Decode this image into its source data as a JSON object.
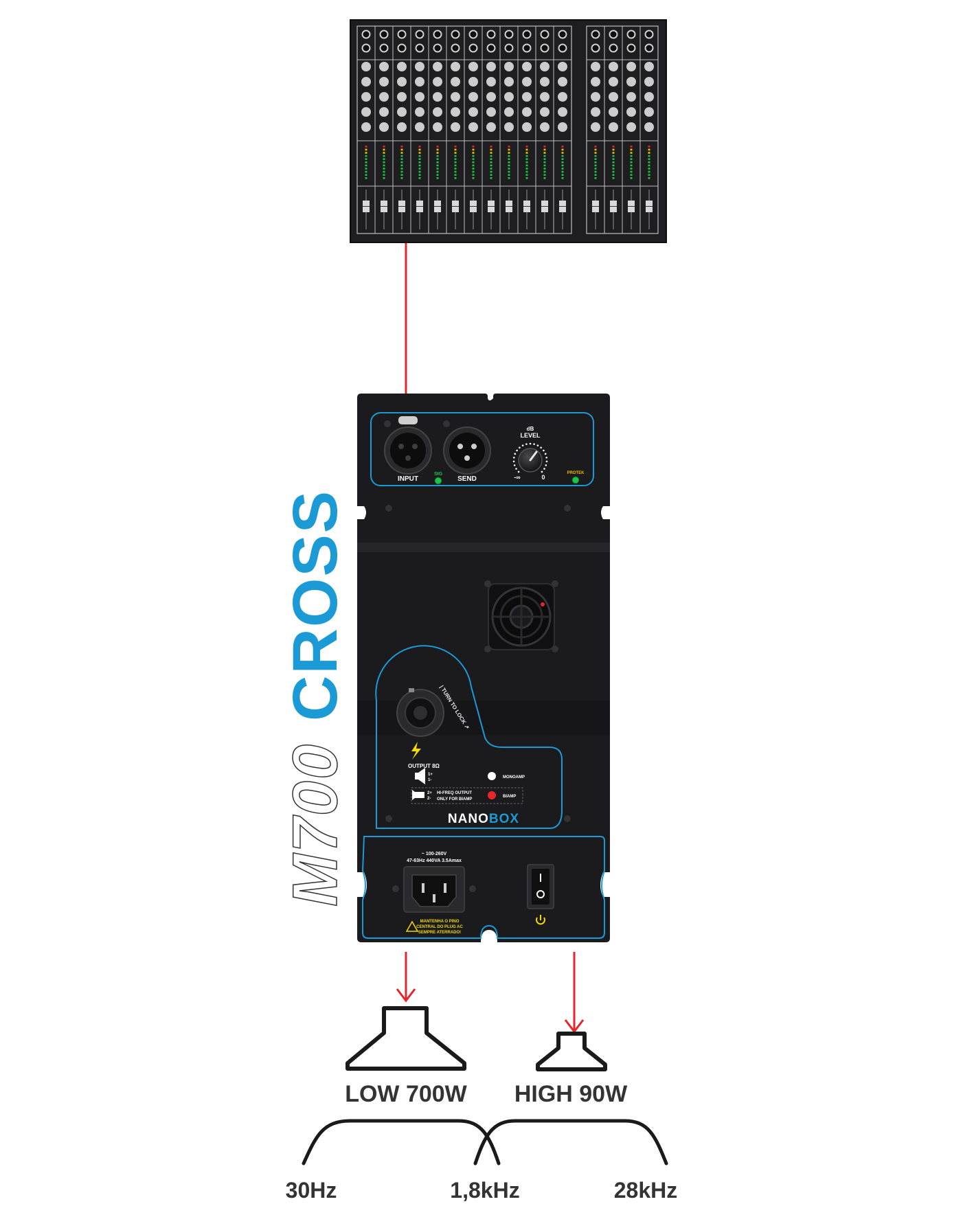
{
  "colors": {
    "arrow": "#e5262c",
    "accent_blue": "#1b9ad6",
    "panel_dark": "#1b1b1d",
    "mixer_dark": "#1e1e20",
    "led_green": "#22c34a",
    "led_amber": "#f5b800",
    "led_red": "#e5262c",
    "label_dark": "#333333"
  },
  "brand": {
    "model_outline": "M700",
    "model_accent": "CROSS",
    "logo_part1": "NANO",
    "logo_part2": "BOX"
  },
  "mixer": {
    "left_bank_channels": 12,
    "right_bank_channels": 4
  },
  "amp_panel": {
    "input_label": "INPUT",
    "send_label": "SEND",
    "sig_label": "SIG",
    "level_title_1": "dB",
    "level_title_2": "LEVEL",
    "level_min": "-∞",
    "level_max": "0",
    "protek_label": "PROTEK",
    "turn_to_lock": "| TURN TO LOCK ↗",
    "output_label": "OUTPUT 8Ω",
    "ch1_plus": "1+",
    "ch1_minus": "1-",
    "ch2_plus": "2+",
    "ch2_minus": "2-",
    "hi_freq_line1": "HI-FREQ OUTPUT",
    "hi_freq_line2": "ONLY FOR BIAMP",
    "monoamp_label": "MONOAMP",
    "biamp_label": "BIAMP",
    "power_line1": "~ 100-260V",
    "power_line2": "47-63Hz 440VA 3.5Amax",
    "warning_line1": "MANTENHA O PINO",
    "warning_line2": "CENTRAL DO PLUG AC",
    "warning_line3": "SEMPRE ATERRADO!"
  },
  "speakers": {
    "low_label": "LOW 700W",
    "high_label": "HIGH 90W"
  },
  "frequency": {
    "start": "30Hz",
    "crossover": "1,8kHz",
    "end": "28kHz"
  }
}
